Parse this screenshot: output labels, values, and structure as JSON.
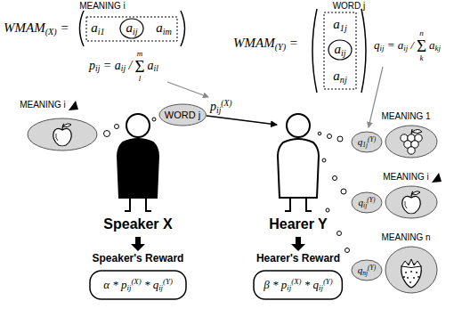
{
  "diagram": {
    "nodes": [
      {
        "text": [
          "MEANING i"
        ]
      },
      {
        "text": [
          "WORD j"
        ]
      },
      {
        "text": [
          "q1j(Y)"
        ]
      },
      {
        "text": [
          "MEANING 1"
        ]
      },
      {
        "text": [
          "qij(Y)"
        ]
      },
      {
        "text": [
          "MEANING i"
        ]
      },
      {
        "text": [
          "qnj(Y)"
        ]
      },
      {
        "text": [
          "MEANING n"
        ]
      },
      {
        "text": [
          "Speaker's Reward",
          "α * pij(X) * qij(Y)"
        ]
      },
      {
        "text": [
          "Hearer's Reward",
          "β * pij(X) * qij(Y)"
        ]
      }
    ],
    "labels": [
      "MEANING i",
      "WMAM(X) =",
      "ai1",
      "aij",
      "aim",
      "pij = aij /",
      "m",
      "Σ",
      "l",
      "ail",
      "WORD j",
      "WMAM(Y) =",
      "a1j",
      "aij",
      "anj",
      "qij = aij /",
      "n",
      "Σ",
      "k",
      "akj",
      "pij(X)",
      "Speaker X",
      "Hearer Y"
    ]
  }
}
